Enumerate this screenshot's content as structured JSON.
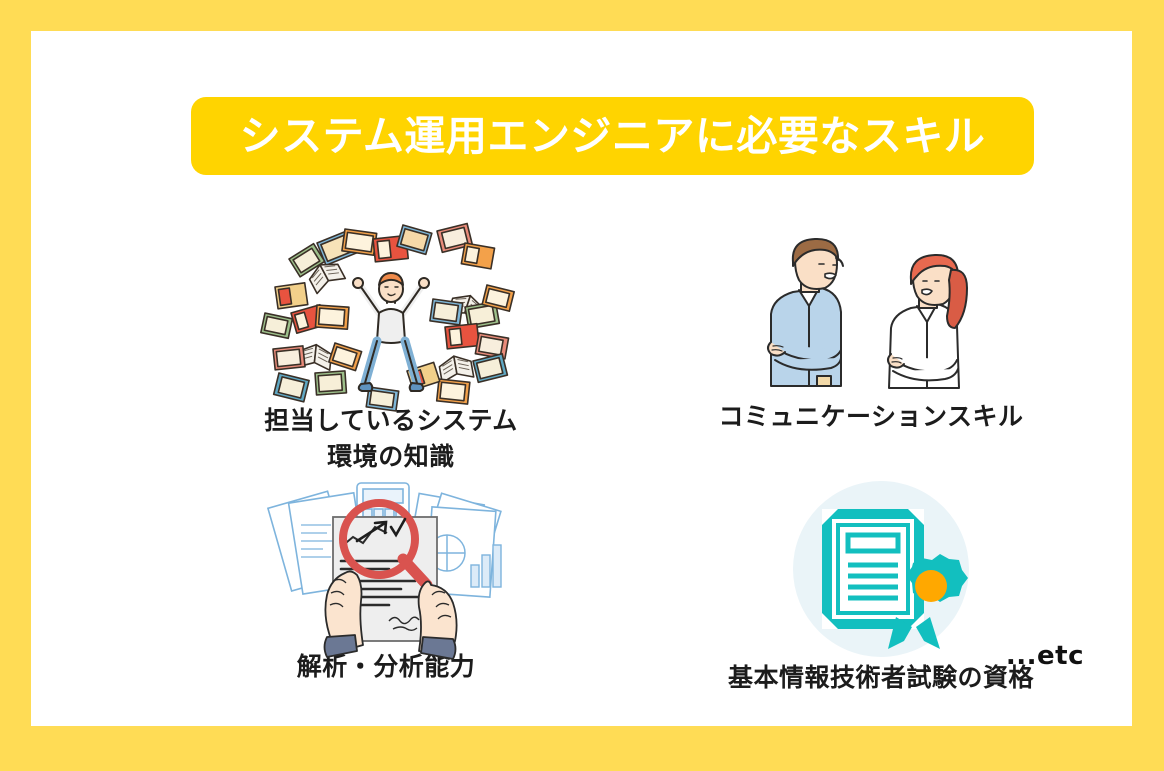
{
  "slide": {
    "border_color": "#ffdc55",
    "background_color": "#ffffff",
    "title": {
      "text": "システム運用エンジニアに必要なスキル",
      "background_color": "#ffd400",
      "text_color": "#ffffff"
    },
    "footnote": "...etc"
  },
  "skills": [
    {
      "label": "担当しているシステム\n環境の知識",
      "illustration": "person-with-flying-books-illustration",
      "colors": {
        "hair": "#ef8a4a",
        "shirt": "#efefef",
        "jeans": "#7fb0d4",
        "books": [
          "#f3a14a",
          "#e8533f",
          "#7fb7d8",
          "#9dc08b",
          "#f2d08a",
          "#e98b7a",
          "#5fa8c4"
        ]
      }
    },
    {
      "label": "コミュニケーションスキル",
      "illustration": "two-people-talking-illustration",
      "colors": {
        "man_hair": "#9c6b44",
        "man_shirt": "#b9d4ea",
        "woman_hair": "#e8694f",
        "woman_shirt": "#ffffff",
        "skin": "#fadfc6"
      }
    },
    {
      "label": "解析・分析能力",
      "illustration": "document-analysis-magnifier-illustration",
      "colors": {
        "magnifier": "#d9534f",
        "papers": "#7eb4dd",
        "document": "#eeeeee",
        "skin": "#fbe4cf",
        "sleeve": "#6b7894"
      }
    },
    {
      "label": "基本情報技術者試験の資格",
      "illustration": "certificate-with-award-seal-icon",
      "colors": {
        "certificate": "#12bfbf",
        "seal": "#ffa800",
        "circle_bg": "#eaf4f8"
      }
    }
  ]
}
